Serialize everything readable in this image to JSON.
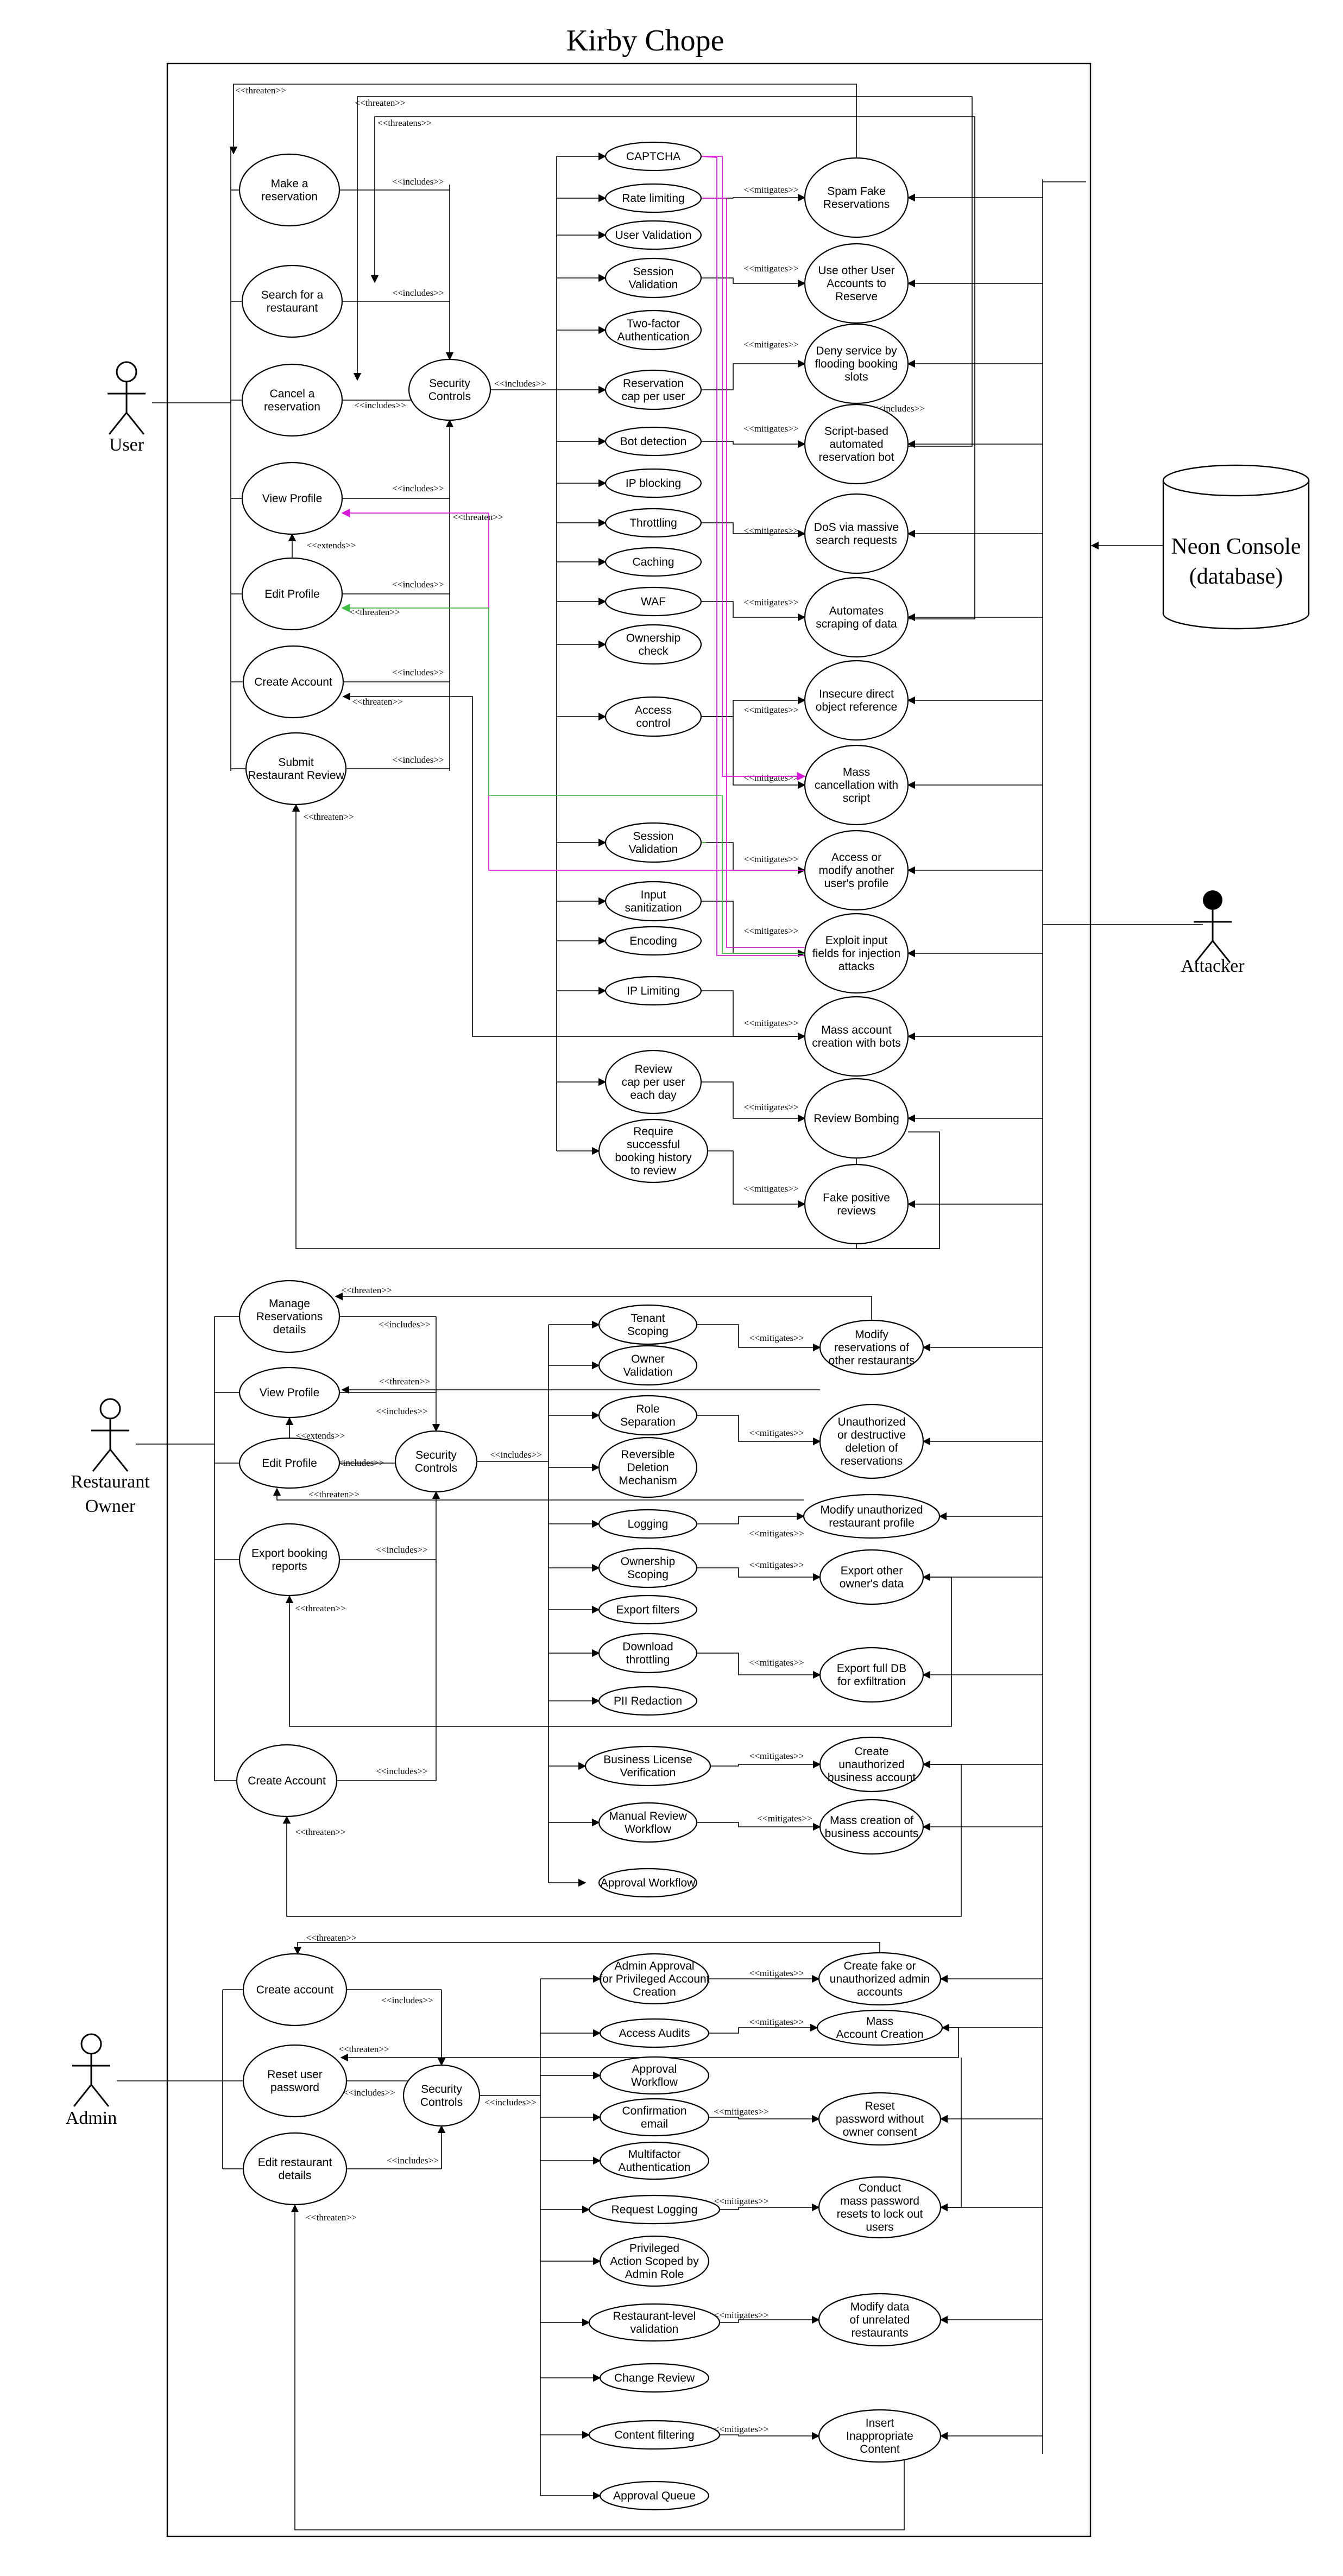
{
  "title": "Kirby Chope",
  "database": {
    "line1": "Neon Console",
    "line2": "(database)"
  },
  "actors": {
    "user": "User",
    "owner_line1": "Restaurant",
    "owner_line2": "Owner",
    "admin": "Admin",
    "attacker": "Attacker"
  },
  "labels": {
    "includes": "<<includes>>",
    "extends": "<<extends>>",
    "threaten": "<<threaten>>",
    "threatens": "<<threatens>>",
    "mitigates": "<<mitigates>>"
  },
  "colors": {
    "magenta": "#d61bd6",
    "green": "#44bb44"
  },
  "user_section": {
    "use_cases": [
      [
        "Make a",
        "reservation"
      ],
      [
        "Search for a",
        "restaurant"
      ],
      [
        "Cancel a",
        "reservation"
      ],
      [
        "View Profile"
      ],
      [
        "Edit Profile"
      ],
      [
        "Create Account"
      ],
      [
        "Submit",
        "Restaurant Review"
      ]
    ],
    "security_controls": [
      "Security",
      "Controls"
    ],
    "controls": [
      [
        "CAPTCHA"
      ],
      [
        "Rate limiting"
      ],
      [
        "User Validation"
      ],
      [
        "Session",
        "Validation"
      ],
      [
        "Two-factor",
        "Authentication"
      ],
      [
        "Reservation",
        "cap per user"
      ],
      [
        "Bot detection"
      ],
      [
        "IP blocking"
      ],
      [
        "Throttling"
      ],
      [
        "Caching"
      ],
      [
        "WAF"
      ],
      [
        "Ownership",
        "check"
      ],
      [
        "Access",
        "control"
      ],
      [
        "Session",
        "Validation"
      ],
      [
        "Input",
        "sanitization"
      ],
      [
        "Encoding"
      ],
      [
        "IP Limiting"
      ],
      [
        "Review",
        "cap per user",
        "each day"
      ],
      [
        "Require",
        "successful",
        "booking history",
        "to review"
      ]
    ],
    "threats": [
      [
        "Spam Fake",
        "Reservations"
      ],
      [
        "Use other User",
        "Accounts to",
        "Reserve"
      ],
      [
        "Deny service by",
        "flooding booking",
        "slots"
      ],
      [
        "Script-based",
        "automated",
        "reservation bot"
      ],
      [
        "DoS via massive",
        "search requests"
      ],
      [
        "Automates",
        "scraping of data"
      ],
      [
        "Insecure direct",
        "object reference"
      ],
      [
        "Mass",
        "cancellation with",
        "script"
      ],
      [
        "Access or",
        "modify another",
        "user's profile"
      ],
      [
        "Exploit input",
        "fields for injection",
        "attacks"
      ],
      [
        "Mass account",
        "creation with bots"
      ],
      [
        "Review Bombing"
      ],
      [
        "Fake positive",
        "reviews"
      ]
    ]
  },
  "owner_section": {
    "use_cases": [
      [
        "Manage",
        "Reservations",
        "details"
      ],
      [
        "View Profile"
      ],
      [
        "Edit Profile"
      ],
      [
        "Export booking",
        "reports"
      ],
      [
        "Create Account"
      ]
    ],
    "security_controls": [
      "Security",
      "Controls"
    ],
    "controls": [
      [
        "Tenant",
        "Scoping"
      ],
      [
        "Owner",
        "Validation"
      ],
      [
        "Role",
        "Separation"
      ],
      [
        "Reversible",
        "Deletion",
        "Mechanism"
      ],
      [
        "Logging"
      ],
      [
        "Ownership",
        "Scoping"
      ],
      [
        "Export filters"
      ],
      [
        "Download",
        "throttling"
      ],
      [
        "PII Redaction"
      ],
      [
        "Business License",
        "Verification"
      ],
      [
        "Manual Review",
        "Workflow"
      ],
      [
        "Approval Workflow"
      ]
    ],
    "threats": [
      [
        "Modify",
        "reservations of",
        "other restaurants"
      ],
      [
        "Unauthorized",
        "or destructive",
        "deletion of",
        "reservations"
      ],
      [
        "Modify unauthorized",
        "restaurant profile"
      ],
      [
        "Export other",
        "owner's data"
      ],
      [
        "Export full DB",
        "for exfiltration"
      ],
      [
        "Create",
        "unauthorized",
        "business account"
      ],
      [
        "Mass creation of",
        "business accounts"
      ]
    ]
  },
  "admin_section": {
    "use_cases": [
      [
        "Create account"
      ],
      [
        "Reset user",
        "password"
      ],
      [
        "Edit restaurant",
        "details"
      ]
    ],
    "security_controls": [
      "Security",
      "Controls"
    ],
    "controls": [
      [
        "Admin Approval",
        "for Privileged Account",
        "Creation"
      ],
      [
        "Access Audits"
      ],
      [
        "Approval",
        "Workflow"
      ],
      [
        "Confirmation",
        "email"
      ],
      [
        "Multifactor",
        "Authentication"
      ],
      [
        "Request Logging"
      ],
      [
        "Privileged",
        "Action Scoped by",
        "Admin Role"
      ],
      [
        "Restaurant-level",
        "validation"
      ],
      [
        "Change Review"
      ],
      [
        "Content filtering"
      ],
      [
        "Approval Queue"
      ]
    ],
    "threats": [
      [
        "Create fake or",
        "unauthorized admin",
        "accounts"
      ],
      [
        "Mass",
        "Account Creation"
      ],
      [
        "Reset",
        "password without",
        "owner consent"
      ],
      [
        "Conduct",
        "mass password",
        "resets to lock out",
        "users"
      ],
      [
        "Modify data",
        "of unrelated",
        "restaurants"
      ],
      [
        "Insert",
        "Inappropriate",
        "Content"
      ]
    ]
  }
}
